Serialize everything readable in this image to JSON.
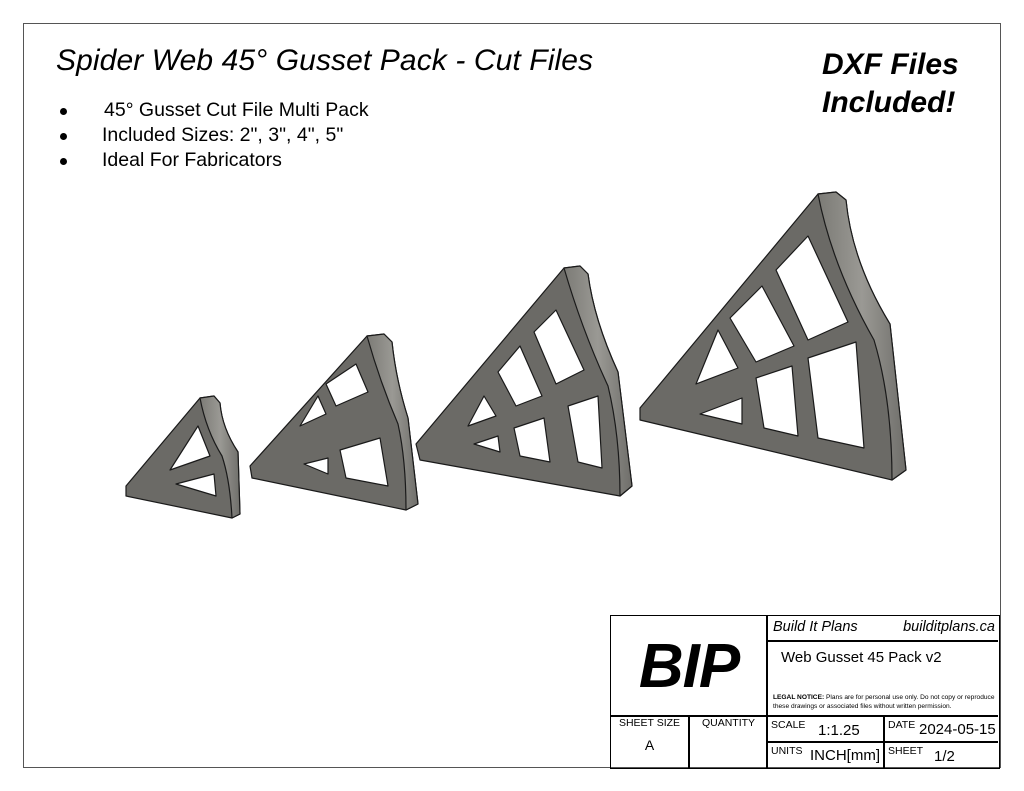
{
  "title": "Spider Web 45° Gusset Pack - Cut Files",
  "features": [
    "45° Gusset Cut File Multi Pack",
    "Included Sizes: 2\", 3\", 4\", 5\"",
    "Ideal For Fabricators"
  ],
  "callout": {
    "line1": "DXF Files",
    "line2": "Included!"
  },
  "illustration": {
    "description": "Four spider-web 45° gussets rendered in 3D, increasing in size left to right",
    "items": [
      {
        "size": "2\""
      },
      {
        "size": "3\""
      },
      {
        "size": "4\""
      },
      {
        "size": "5\""
      }
    ],
    "colors": {
      "face": "#6b6a66",
      "edge": "#8a8984",
      "outline": "#1a1a1a"
    }
  },
  "title_block": {
    "logo": "BIP",
    "company": "Build It Plans",
    "website": "builditplans.ca",
    "drawing_title": "Web Gusset 45 Pack v2",
    "legal_label": "LEGAL NOTICE:",
    "legal_text": "Plans are for personal use only. Do not copy or reproduce these drawings or associated files without written permission.",
    "sheet_size_label": "SHEET SIZE",
    "sheet_size": "A",
    "quantity_label": "QUANTITY",
    "quantity": "",
    "scale_label": "SCALE",
    "scale": "1:1.25",
    "date_label": "DATE",
    "date": "2024-05-15",
    "units_label": "UNITS",
    "units": "INCH[mm]",
    "sheet_label": "SHEET",
    "sheet": "1/2"
  }
}
